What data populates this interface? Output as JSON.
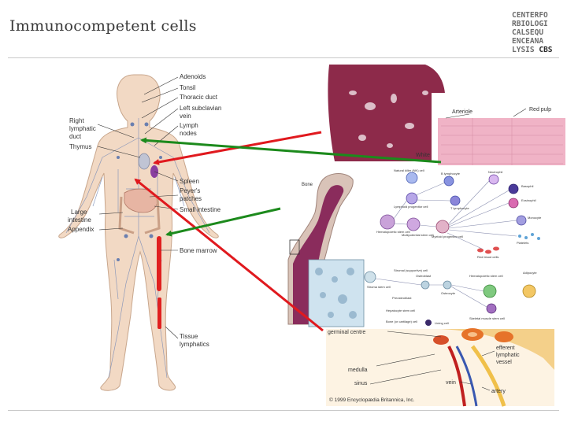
{
  "slide": {
    "title": "Immunocompetent cells"
  },
  "logo": {
    "lines": [
      "CENTERFO",
      "RBIOLOGI",
      "CALSEQU",
      "ENCEANA",
      "LYSIS"
    ],
    "suffix": "CBS"
  },
  "body_figure": {
    "labels": {
      "adenoids": "Adenoids",
      "tonsil": "Tonsil",
      "thoracic_duct": "Thoracic duct",
      "left_subclavian_1": "Left subclavian",
      "left_subclavian_2": "vein",
      "lymph_nodes_1": "Lymph",
      "lymph_nodes_2": "nodes",
      "right_lymph_1": "Right",
      "right_lymph_2": "lymphatic",
      "right_lymph_3": "duct",
      "thymus": "Thymus",
      "spleen": "Spleen",
      "peyers_1": "Peyer's",
      "peyers_2": "patches",
      "small_intestine": "Small intestine",
      "large_intestine_1": "Large",
      "large_intestine_2": "intestine",
      "appendix": "Appendix",
      "bone_marrow": "Bone marrow",
      "tissue_1": "Tissue",
      "tissue_2": "lymphatics"
    }
  },
  "spleen_panel": {
    "labels": {
      "arteriole": "Arteriole",
      "red_pulp": "Red pulp",
      "white": "White"
    }
  },
  "marrow_panel": {
    "labels": {
      "bone": "Bone",
      "nk_cell": "Natural killer (NK) cell",
      "lymphoid_cell": "Lymphoid progenitor cell",
      "b_lymphocyte": "B lymphocyte",
      "t_lymphocyte": "T lymphocyte",
      "neutrophil": "Neutrophil",
      "basophil": "Basophil",
      "eosinophil": "Eosinophil",
      "monocyte": "Monocyte",
      "platelets": "Platelets",
      "red_blood_cells": "Red blood cells",
      "stem_cell": "Hematopoietic stem cell",
      "multipotential": "Multipotential stem cell",
      "myeloid": "Myeloid progenitor cell",
      "osteoblast": "Osteoblast",
      "stroma_cell": "Stroma stem cell",
      "stromal_cell": "Stromal (supportive) cell",
      "adipocyte": "Adipocyte",
      "osteocyte": "Osteocyte",
      "preosteoblast": "Preosteoblast",
      "astrocyte_like": "Hematopoietic stem cell",
      "skeletal_muscle": "Skeletal muscle stem cell",
      "hepatocyte": "Hepatocyte stem cell",
      "bone_cell": "Bone (or cartilage) cell",
      "lining_cell": "Lining cell"
    }
  },
  "node_panel": {
    "labels": {
      "germinal_centre": "germinal centre",
      "medulla": "medulla",
      "sinus": "sinus",
      "efferent_1": "efferent",
      "efferent_2": "lymphatic",
      "efferent_3": "vessel",
      "vein": "vein",
      "artery": "artery",
      "copyright": "© 1999 Encyclopædia Britannica, Inc."
    }
  },
  "arrow_colors": {
    "red": "#e0191e",
    "green": "#1c8a1c"
  }
}
